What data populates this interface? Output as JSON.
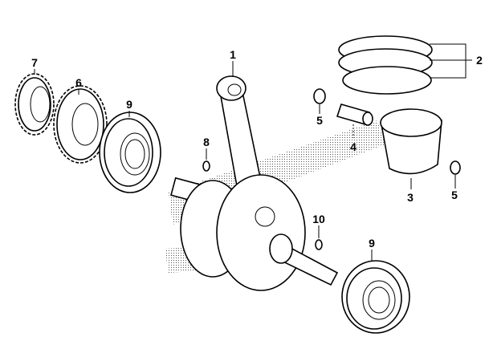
{
  "diagram": {
    "callouts": [
      {
        "id": "7",
        "part": "gear-small"
      },
      {
        "id": "6",
        "part": "gear-large"
      },
      {
        "id": "9",
        "part": "bearing-left"
      },
      {
        "id": "1",
        "part": "crankshaft-assembly"
      },
      {
        "id": "2",
        "part": "piston-rings"
      },
      {
        "id": "5",
        "part": "clip-top"
      },
      {
        "id": "4",
        "part": "piston-pin"
      },
      {
        "id": "8",
        "part": "key-left"
      },
      {
        "id": "3",
        "part": "piston"
      },
      {
        "id": "5",
        "part": "clip-right"
      },
      {
        "id": "10",
        "part": "key-right"
      },
      {
        "id": "9",
        "part": "bearing-right"
      }
    ]
  }
}
